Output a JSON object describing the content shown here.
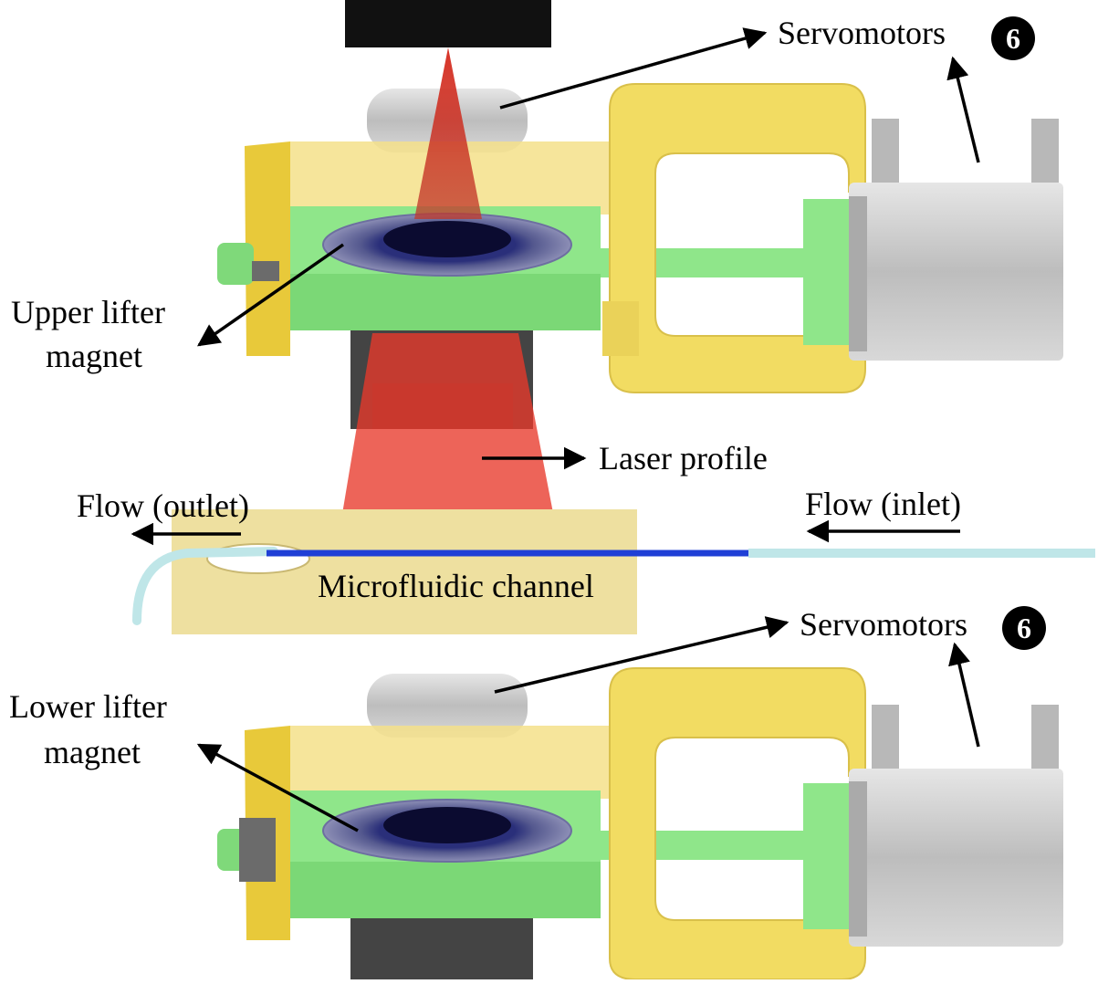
{
  "labels": {
    "servomotors_top": "Servomotors",
    "servomotors_bottom": "Servomotors",
    "badge_top": "6",
    "badge_bottom": "6",
    "upper_lifter_line1": "Upper lifter",
    "upper_lifter_line2": "magnet",
    "lower_lifter_line1": "Lower lifter",
    "lower_lifter_line2": "magnet",
    "laser_profile": "Laser profile",
    "flow_outlet": "Flow (outlet)",
    "flow_inlet": "Flow (inlet)",
    "microfluidic_channel": "Microfluidic channel"
  },
  "colors": {
    "frame_yellow": "#f2dc62",
    "lifter_green": "#8fe68a",
    "laser_red": "#e8392a",
    "servo_grey": "#c9c9c9",
    "channel_blue": "#1f3fd6",
    "plate_tan": "#eee0a0",
    "tube_cyan": "#bfe6e8"
  }
}
